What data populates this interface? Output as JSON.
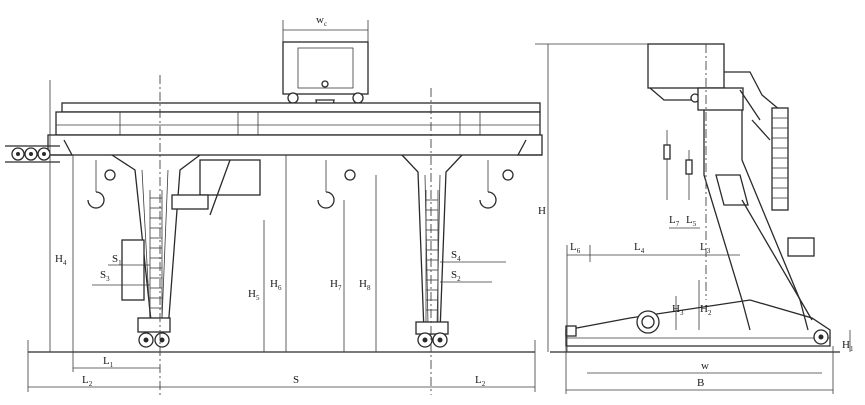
{
  "labels": {
    "wc": {
      "main": "w",
      "sub": "c"
    },
    "H4": {
      "main": "H",
      "sub": "4"
    },
    "S1": {
      "main": "S",
      "sub": "1"
    },
    "S3": {
      "main": "S",
      "sub": "3"
    },
    "H5": {
      "main": "H",
      "sub": "5"
    },
    "H6": {
      "main": "H",
      "sub": "6"
    },
    "H7": {
      "main": "H",
      "sub": "7"
    },
    "H8": {
      "main": "H",
      "sub": "8"
    },
    "S4": {
      "main": "S",
      "sub": "4"
    },
    "S2": {
      "main": "S",
      "sub": "2"
    },
    "L1": {
      "main": "L",
      "sub": "1"
    },
    "L2a": {
      "main": "L",
      "sub": "2"
    },
    "S": {
      "main": "S",
      "sub": ""
    },
    "L2b": {
      "main": "L",
      "sub": "2"
    },
    "H": {
      "main": "H",
      "sub": ""
    },
    "L6": {
      "main": "L",
      "sub": "6"
    },
    "L4": {
      "main": "L",
      "sub": "4"
    },
    "L3": {
      "main": "L",
      "sub": "3"
    },
    "L7": {
      "main": "L",
      "sub": "7"
    },
    "L5": {
      "main": "L",
      "sub": "5"
    },
    "H3": {
      "main": "H",
      "sub": "3"
    },
    "H2": {
      "main": "H",
      "sub": "2"
    },
    "w": {
      "main": "w",
      "sub": ""
    },
    "B": {
      "main": "B",
      "sub": ""
    },
    "H1": {
      "main": "H",
      "sub": "1"
    }
  }
}
